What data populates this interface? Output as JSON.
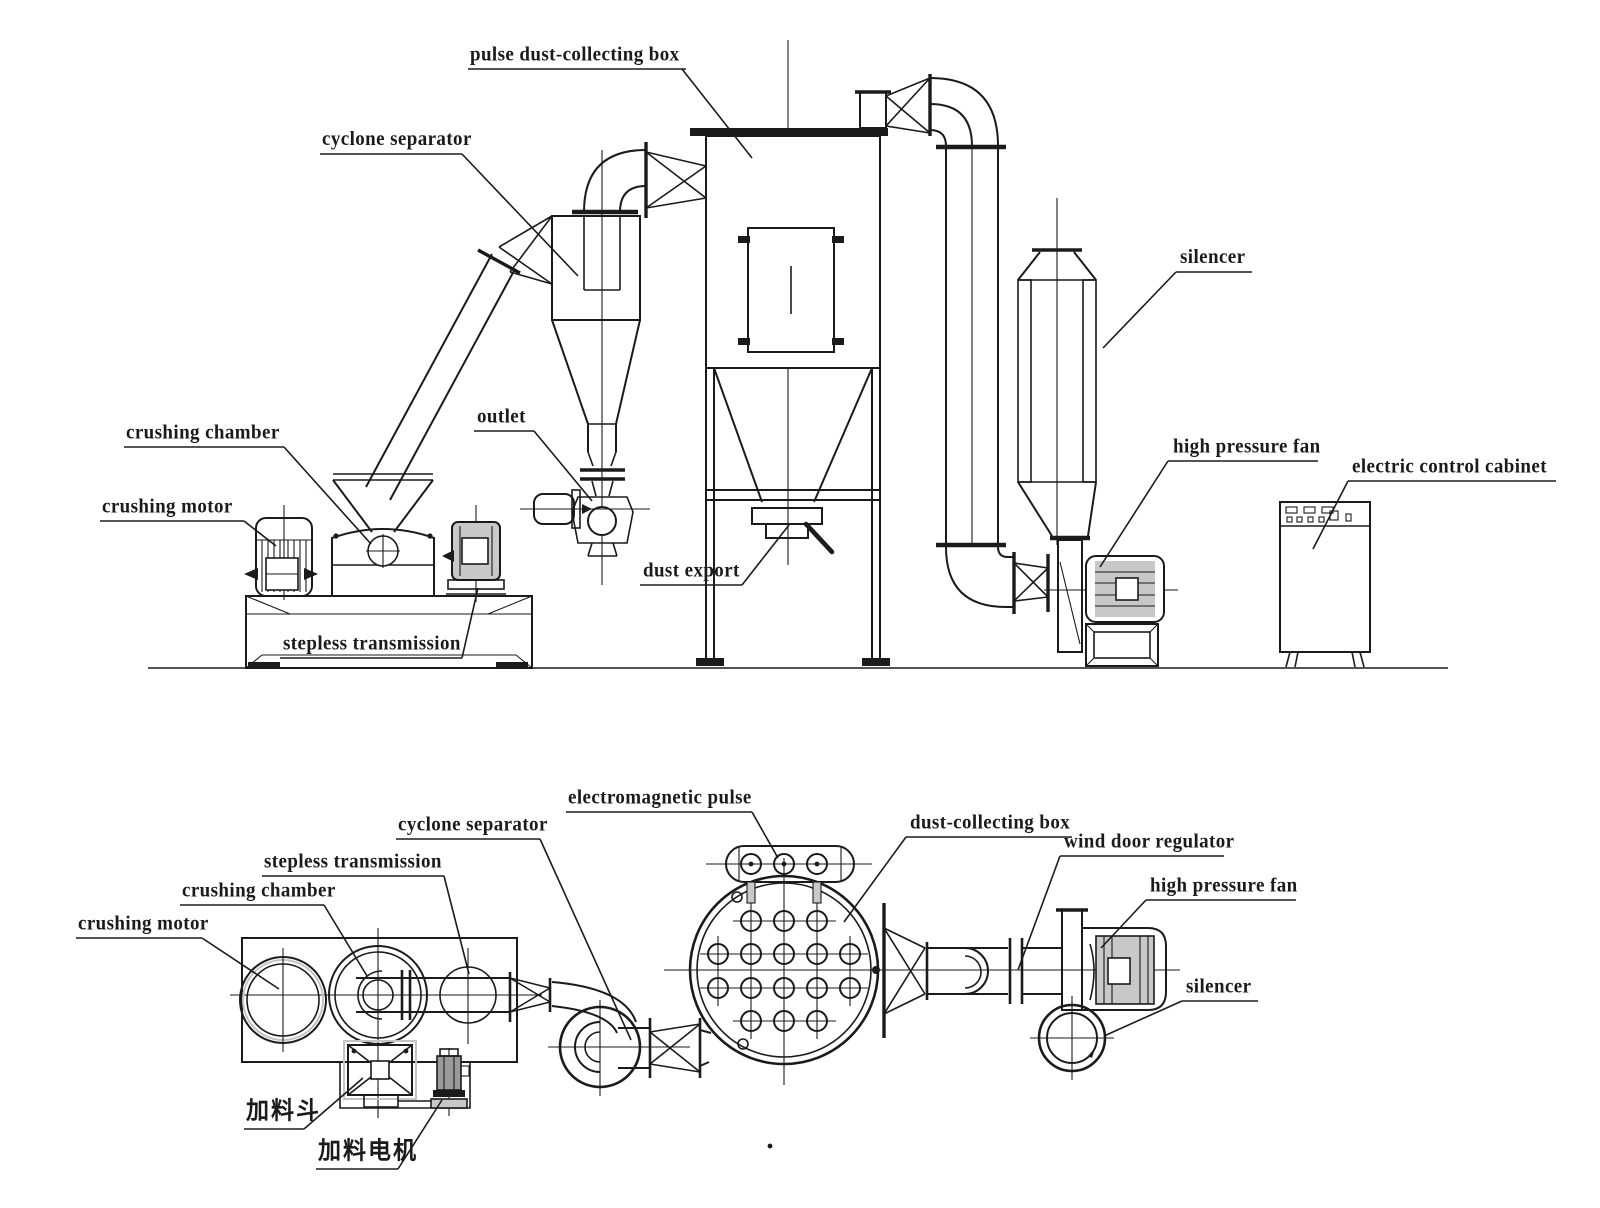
{
  "theme": {
    "ink": "#1b1b1b",
    "shade": "#c8c8c8",
    "paper": "#ffffff"
  },
  "figure": {
    "type": "engineering-diagram",
    "subject": "pulverizer / grinding and dust-collecting system",
    "views": [
      "front elevation",
      "plan view"
    ]
  },
  "labels": {
    "front": {
      "pulse_dust_collecting_box": "pulse dust-collecting box",
      "cyclone_separator": "cyclone separator",
      "crushing_chamber": "crushing chamber",
      "crushing_motor": "crushing motor",
      "outlet": "outlet",
      "stepless_transmission": "stepless transmission",
      "dust_export": "dust export",
      "silencer": "silencer",
      "high_pressure_fan": "high pressure fan",
      "electric_control_cabinet": "electric control cabinet"
    },
    "plan": {
      "electromagnetic_pulse": "electromagnetic pulse",
      "dust_collecting_box": "dust-collecting box",
      "wind_door_regulator": "wind door regulator",
      "high_pressure_fan": "high pressure fan",
      "cyclone_separator": "cyclone separator",
      "stepless_transmission": "stepless transmission",
      "crushing_chamber": "crushing chamber",
      "crushing_motor": "crushing motor",
      "silencer": "silencer",
      "feeding_hopper": "加料斗",
      "feeding_motor": "加料电机"
    }
  }
}
